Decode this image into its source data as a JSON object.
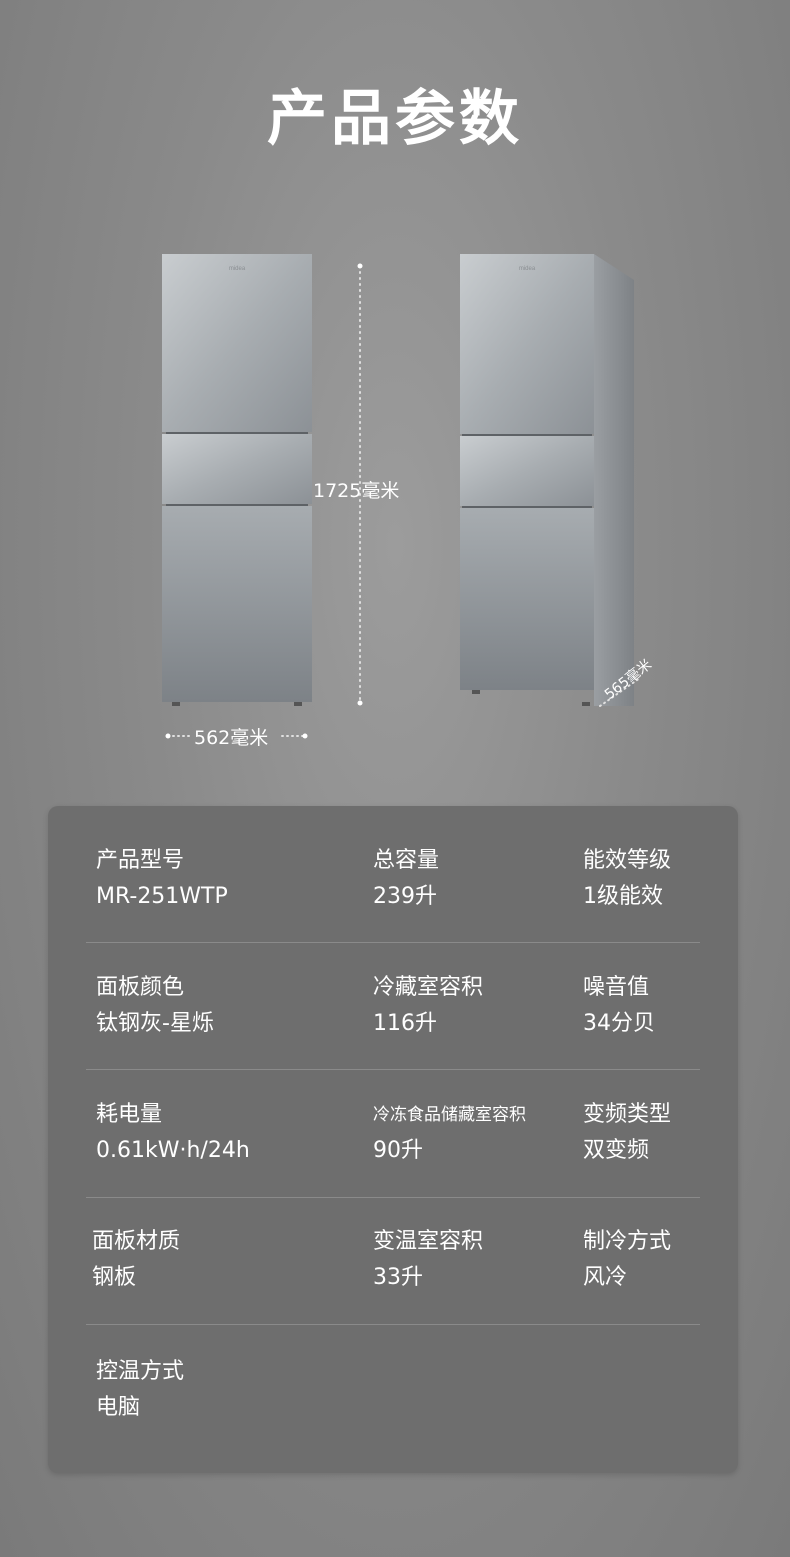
{
  "page": {
    "title": "产品参数"
  },
  "dimensions": {
    "height": "1725毫米",
    "width": "562毫米",
    "depth": "565毫米"
  },
  "specs": [
    [
      {
        "label": "产品型号",
        "value": "MR-251WTP"
      },
      {
        "label": "总容量",
        "value": "239升"
      },
      {
        "label": "能效等级",
        "value": "1级能效"
      }
    ],
    [
      {
        "label": "面板颜色",
        "value": "钛钢灰-星烁"
      },
      {
        "label": "冷藏室容积",
        "value": "116升"
      },
      {
        "label": "噪音值",
        "value": "34分贝"
      }
    ],
    [
      {
        "label": "耗电量",
        "value": "0.61kW·h/24h"
      },
      {
        "label": "冷冻食品储藏室容积",
        "value": "90升"
      },
      {
        "label": "变频类型",
        "value": "双变频"
      }
    ],
    [
      {
        "label": "面板材质",
        "value": "钢板"
      },
      {
        "label": "变温室容积",
        "value": "33升"
      },
      {
        "label": "制冷方式",
        "value": "风冷"
      }
    ],
    [
      {
        "label": "控温方式",
        "value": "电脑"
      }
    ]
  ],
  "colors": {
    "background": "#8a8a8a",
    "card": "#6e6e6e",
    "text": "#ffffff"
  }
}
